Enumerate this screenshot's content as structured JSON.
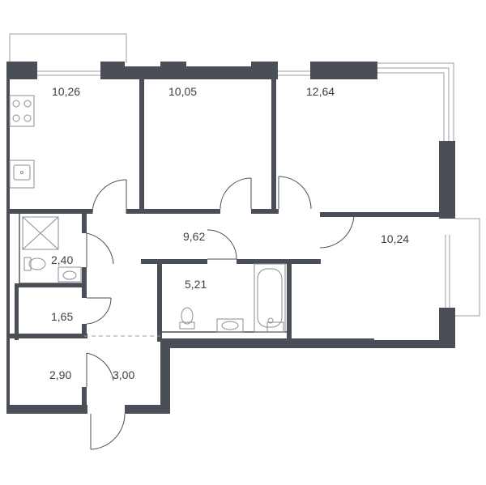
{
  "rooms": [
    {
      "id": "kitchen",
      "area": "10,26"
    },
    {
      "id": "bedroom-1",
      "area": "10,05"
    },
    {
      "id": "bedroom-2",
      "area": "12,64"
    },
    {
      "id": "hall",
      "area": "9,62"
    },
    {
      "id": "bedroom-3",
      "area": "10,24"
    },
    {
      "id": "bathroom-1",
      "area": "2,40"
    },
    {
      "id": "bathroom-2",
      "area": "5,21"
    },
    {
      "id": "storage",
      "area": "1,65"
    },
    {
      "id": "closet",
      "area": "2,90"
    },
    {
      "id": "entrance",
      "area": "3,00"
    }
  ],
  "colors": {
    "wall": "#4a4e57",
    "fixture": "#8a8e96",
    "text": "#3c3f46"
  }
}
